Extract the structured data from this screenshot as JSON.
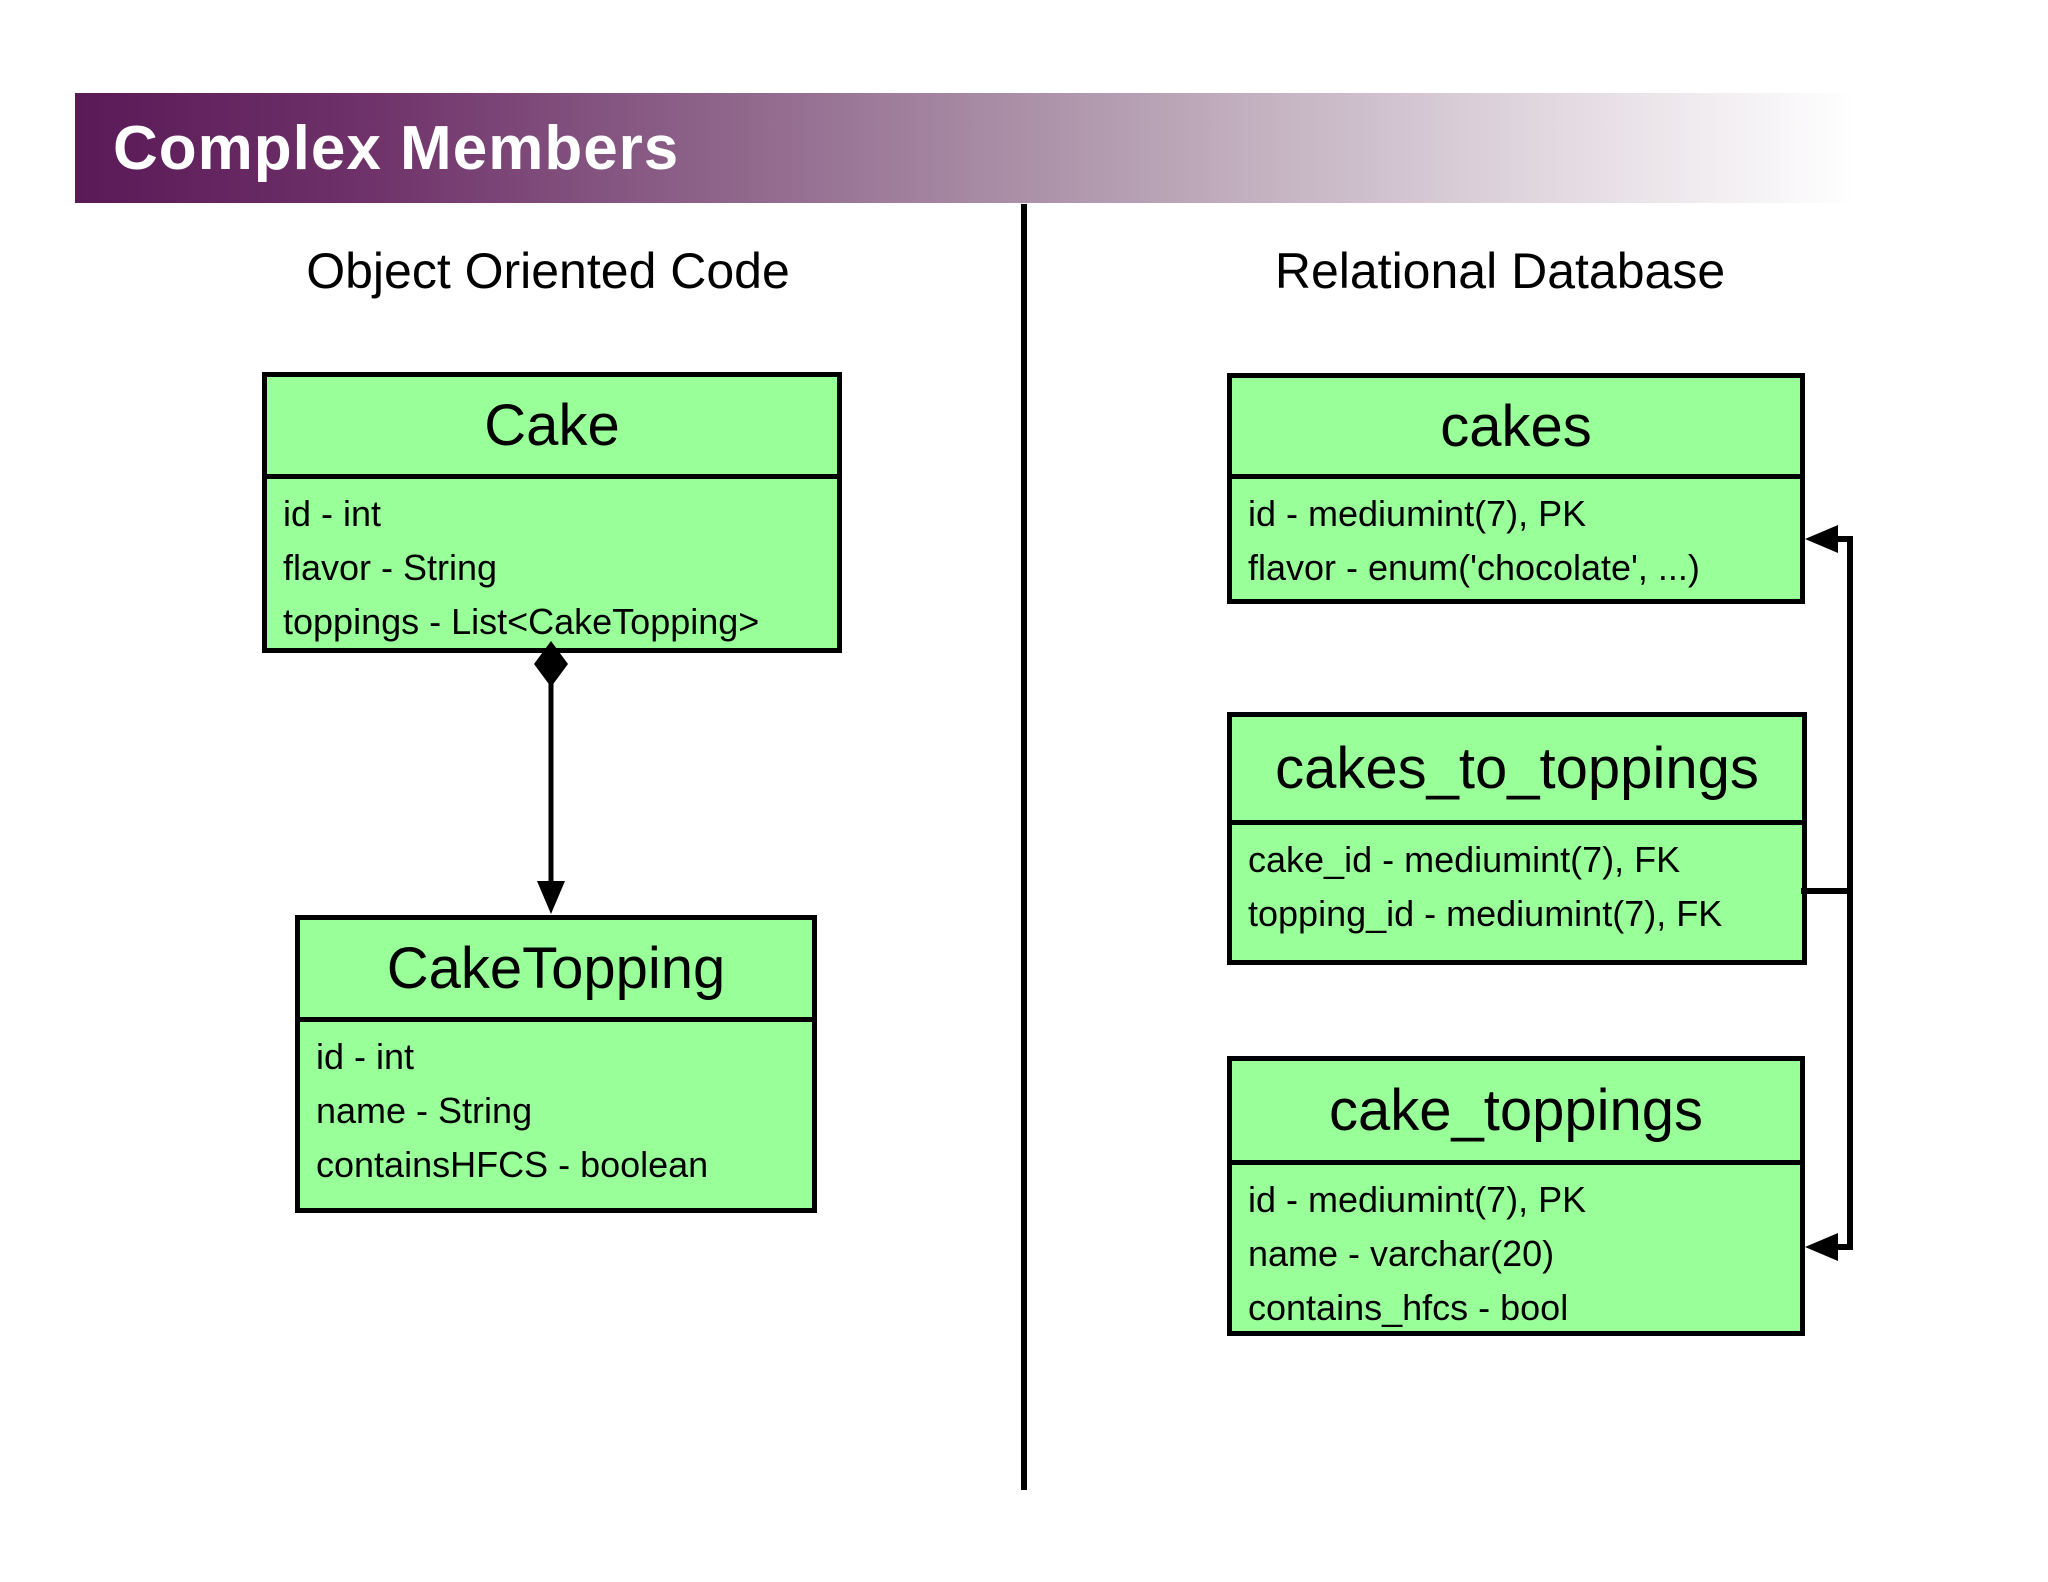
{
  "title_bar": {
    "title": "Complex Members"
  },
  "left_column": {
    "heading": "Object Oriented Code",
    "cake_class": {
      "title": "Cake",
      "fields": [
        "id - int",
        "flavor - String",
        "toppings - List<CakeTopping>"
      ]
    },
    "cake_topping_class": {
      "title": "CakeTopping",
      "fields": [
        "id - int",
        "name - String",
        "containsHFCS - boolean"
      ]
    },
    "relationship": "composition arrow from Cake.toppings to CakeTopping"
  },
  "right_column": {
    "heading": "Relational Database",
    "cakes_table": {
      "title": "cakes",
      "fields": [
        "id - mediumint(7), PK",
        "flavor - enum('chocolate', ...)"
      ]
    },
    "cakes_to_toppings_table": {
      "title": "cakes_to_toppings",
      "fields": [
        "cake_id - mediumint(7), FK",
        "topping_id - mediumint(7), FK"
      ]
    },
    "cake_toppings_table": {
      "title": "cake_toppings",
      "fields": [
        "id - mediumint(7), PK",
        "name - varchar(20)",
        "contains_hfcs - bool"
      ]
    },
    "relationships": "foreign key arrows from cakes_to_toppings to cakes and cake_toppings"
  },
  "colors": {
    "box_fill": "#99ff99",
    "box_border": "#000000",
    "title_gradient_start": "#5a1957",
    "title_gradient_end": "#ffffff",
    "title_text": "#ffffff",
    "divider": "#000000"
  }
}
